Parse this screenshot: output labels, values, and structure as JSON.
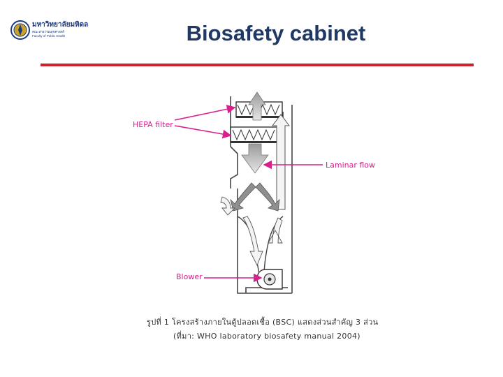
{
  "header": {
    "logo_name": "มหาวิทยาลัยมหิดล",
    "logo_sub1": "คณะสาธารณสุขศาสตร์",
    "logo_sub2": "Faculty of Public Health",
    "title": "Biosafety cabinet"
  },
  "figure": {
    "labels": {
      "hepa": "HEPA filter",
      "laminar": "Laminar flow",
      "blower": "Blower"
    },
    "caption_line1": "รูปที่ 1 โครงสร้างภายในตู้ปลอดเชื้อ (BSC) แสดงส่วนสำคัญ 3 ส่วน",
    "caption_line2": "(ที่มา: WHO laboratory biosafety manual 2004)"
  },
  "colors": {
    "title": "#1f3864",
    "rule": "#d0202a",
    "label": "#d8208c",
    "logo": "#1f3a7a"
  }
}
